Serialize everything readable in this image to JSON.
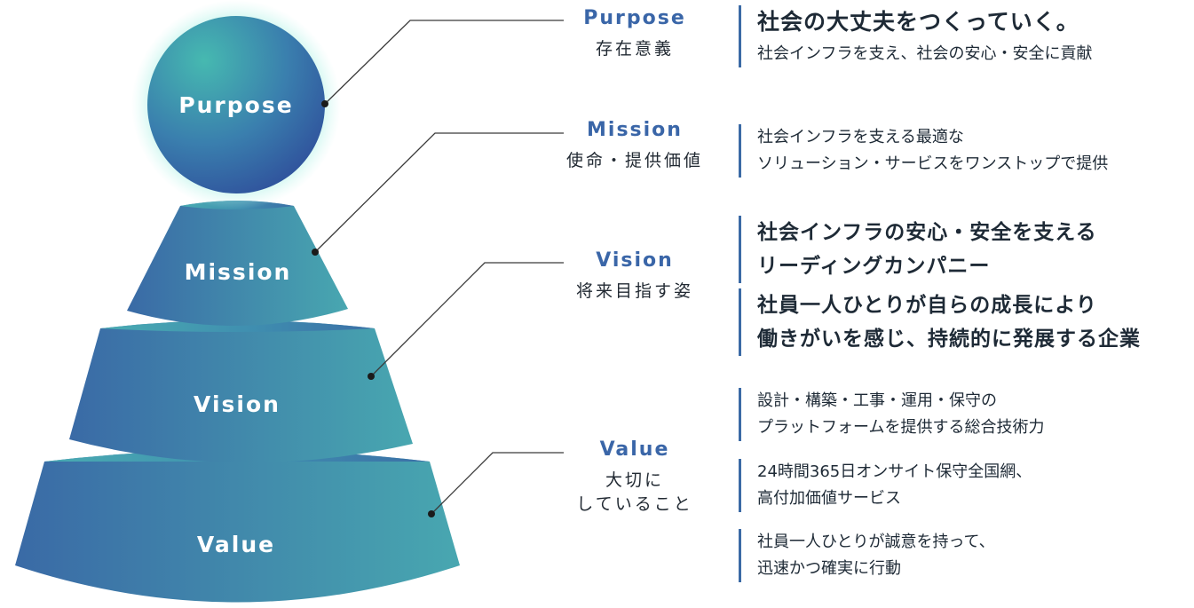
{
  "pyramid": {
    "purpose_label": "Purpose",
    "mission_label": "Mission",
    "vision_label": "Vision",
    "value_label": "Value"
  },
  "categories": {
    "purpose": {
      "en": "Purpose",
      "jp": "存在意義"
    },
    "mission": {
      "en": "Mission",
      "jp": "使命・提供価値"
    },
    "vision": {
      "en": "Vision",
      "jp": "将来目指す姿"
    },
    "value": {
      "en": "Value",
      "jp_line1": "大切に",
      "jp_line2": "していること"
    }
  },
  "statements": {
    "purpose": {
      "headline": "社会の大丈夫をつくっていく。",
      "sub": "社会インフラを支え、社会の安心・安全に貢献"
    },
    "mission": {
      "line1": "社会インフラを支える最適な",
      "line2": "ソリューション・サービスをワンストップで提供"
    },
    "vision_1": {
      "line1": "社会インフラの安心・安全を支える",
      "line2": "リーディングカンパニー"
    },
    "vision_2": {
      "line1": "社員一人ひとりが自らの成長により",
      "line2": "働きがいを感じ、持続的に発展する企業"
    },
    "value_1": {
      "line1": "設計・構築・工事・運用・保守の",
      "line2": "プラットフォームを提供する総合技術力"
    },
    "value_2": {
      "line1": "24時間365日オンサイト保守全国網、",
      "line2": "高付加価値サービス"
    },
    "value_3": {
      "line1": "社員一人ひとりが誠意を持って、",
      "line2": "迅速かつ確実に行動"
    }
  },
  "colors": {
    "tier_left": "#3a6aa6",
    "tier_right": "#48a7b0",
    "sphere_center": "#46b9b0",
    "sphere_edge": "#2f5aa0",
    "glow": "#9feee0",
    "accent_text": "#3a66a8",
    "divider": "#3b6aa5"
  }
}
